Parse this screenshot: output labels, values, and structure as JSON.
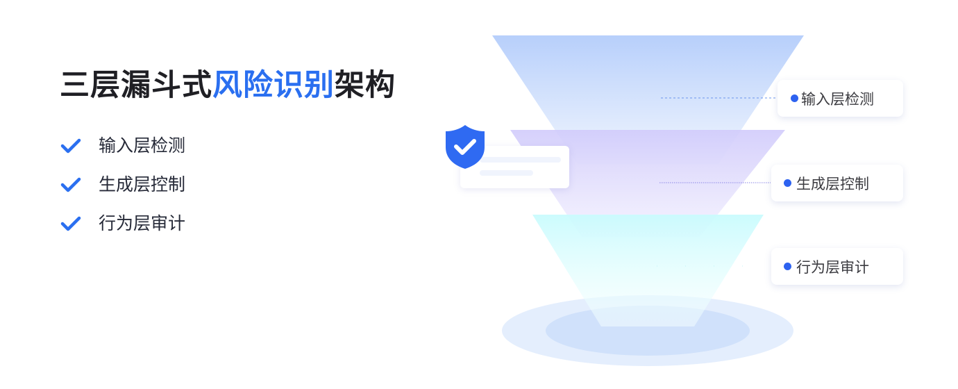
{
  "heading": {
    "prefix": "三层漏斗式",
    "highlight": "风险识别",
    "suffix": "架构",
    "highlight_color": "#2a6ff0"
  },
  "features": [
    {
      "icon": "check-icon",
      "label": "输入层检测"
    },
    {
      "icon": "check-icon",
      "label": "生成层控制"
    },
    {
      "icon": "check-icon",
      "label": "行为层审计"
    }
  ],
  "funnel": {
    "layers": [
      {
        "name": "输入层检测",
        "color_top": "#b7cffb",
        "color_bottom": "#eaf1fe"
      },
      {
        "name": "生成层控制",
        "color_top": "#d3cdfb",
        "color_bottom": "#f1effd"
      },
      {
        "name": "行为层审计",
        "color_top": "#cbfbfd",
        "color_bottom": "#f2fefe"
      }
    ],
    "labels": [
      {
        "dot": "bullet-dot",
        "text": "输入层检测"
      },
      {
        "dot": "bullet-dot",
        "text": "生成层控制"
      },
      {
        "dot": "bullet-dot",
        "text": "行为层审计"
      }
    ],
    "base_colors": {
      "outer": "#e4eefd",
      "inner": "#d0e1fb"
    },
    "accent": "#2d62f0"
  },
  "badge": {
    "icon": "shield-check-icon",
    "color": "#2f6af2"
  }
}
